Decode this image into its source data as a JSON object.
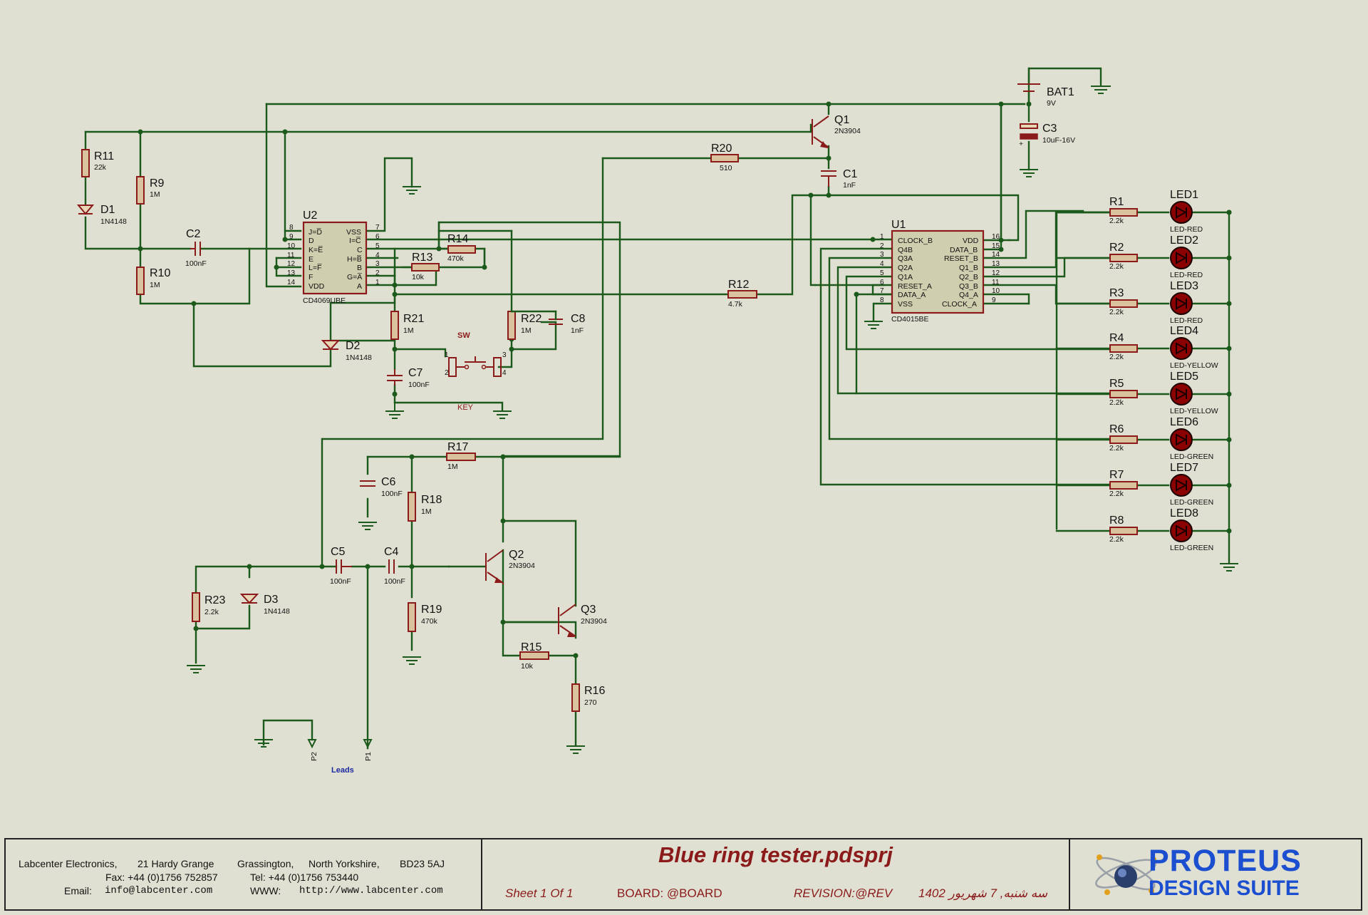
{
  "components": {
    "R11": {
      "ref": "R11",
      "value": "22k"
    },
    "R9": {
      "ref": "R9",
      "value": "1M"
    },
    "D1": {
      "ref": "D1",
      "value": "1N4148"
    },
    "C2": {
      "ref": "C2",
      "value": "100nF"
    },
    "R10": {
      "ref": "R10",
      "value": "1M"
    },
    "U2": {
      "ref": "U2",
      "value": "CD4069UBE",
      "pins_left": [
        "J=D̅",
        "D",
        "K=E̅",
        "E",
        "L=F̅",
        "F",
        "VDD"
      ],
      "pins_left_num": [
        "8",
        "9",
        "10",
        "11",
        "12",
        "13",
        "14"
      ],
      "pins_right": [
        "VSS",
        "I=C̅",
        "C",
        "H=B̅",
        "B",
        "G=A̅",
        "A"
      ],
      "pins_right_num": [
        "7",
        "6",
        "5",
        "4",
        "3",
        "2",
        "1"
      ]
    },
    "R14": {
      "ref": "R14",
      "value": "470k"
    },
    "R13": {
      "ref": "R13",
      "value": "10k"
    },
    "R21": {
      "ref": "R21",
      "value": "1M"
    },
    "D2": {
      "ref": "D2",
      "value": "1N4148"
    },
    "C7": {
      "ref": "C7",
      "value": "100nF"
    },
    "SW": {
      "ref": "SW",
      "value": "KEY",
      "pins": [
        "1",
        "2",
        "3",
        "4"
      ]
    },
    "R22": {
      "ref": "R22",
      "value": "1M"
    },
    "C8": {
      "ref": "C8",
      "value": "1nF"
    },
    "R20": {
      "ref": "R20",
      "value": "510"
    },
    "R12": {
      "ref": "R12",
      "value": "4.7k"
    },
    "Q1": {
      "ref": "Q1",
      "value": "2N3904"
    },
    "C1": {
      "ref": "C1",
      "value": "1nF"
    },
    "BAT1": {
      "ref": "BAT1",
      "value": "9V"
    },
    "C3": {
      "ref": "C3",
      "value": "10uF-16V",
      "polarity": "+"
    },
    "U1": {
      "ref": "U1",
      "value": "CD4015BE",
      "pins_left": [
        "CLOCK_B",
        "Q4B",
        "Q3A",
        "Q2A",
        "Q1A",
        "RESET_A",
        "DATA_A",
        "VSS"
      ],
      "pins_left_num": [
        "1",
        "2",
        "3",
        "4",
        "5",
        "6",
        "7",
        "8"
      ],
      "pins_right": [
        "VDD",
        "DATA_B",
        "RESET_B",
        "Q1_B",
        "Q2_B",
        "Q3_B",
        "Q4_A",
        "CLOCK_A"
      ],
      "pins_right_num": [
        "16",
        "15",
        "14",
        "13",
        "12",
        "11",
        "10",
        "9"
      ]
    },
    "R17": {
      "ref": "R17",
      "value": "1M"
    },
    "C6": {
      "ref": "C6",
      "value": "100nF"
    },
    "R18": {
      "ref": "R18",
      "value": "1M"
    },
    "C5": {
      "ref": "C5",
      "value": "100nF"
    },
    "C4": {
      "ref": "C4",
      "value": "100nF"
    },
    "R23": {
      "ref": "R23",
      "value": "2.2k"
    },
    "D3": {
      "ref": "D3",
      "value": "1N4148"
    },
    "R19": {
      "ref": "R19",
      "value": "470k"
    },
    "Q2": {
      "ref": "Q2",
      "value": "2N3904"
    },
    "Q3": {
      "ref": "Q3",
      "value": "2N3904"
    },
    "R15": {
      "ref": "R15",
      "value": "10k"
    },
    "R16": {
      "ref": "R16",
      "value": "270"
    },
    "P1": {
      "ref": "P1"
    },
    "P2": {
      "ref": "P2"
    },
    "leads_label": "Leads"
  },
  "led_rows": [
    {
      "r": "R1",
      "rv": "2.2k",
      "led": "LED1",
      "type": "LED-RED"
    },
    {
      "r": "R2",
      "rv": "2.2k",
      "led": "LED2",
      "type": "LED-RED"
    },
    {
      "r": "R3",
      "rv": "2.2k",
      "led": "LED3",
      "type": "LED-RED"
    },
    {
      "r": "R4",
      "rv": "2.2k",
      "led": "LED4",
      "type": "LED-YELLOW"
    },
    {
      "r": "R5",
      "rv": "2.2k",
      "led": "LED5",
      "type": "LED-YELLOW"
    },
    {
      "r": "R6",
      "rv": "2.2k",
      "led": "LED6",
      "type": "LED-GREEN"
    },
    {
      "r": "R7",
      "rv": "2.2k",
      "led": "LED7",
      "type": "LED-GREEN"
    },
    {
      "r": "R8",
      "rv": "2.2k",
      "led": "LED8",
      "type": "LED-GREEN"
    }
  ],
  "titleblock": {
    "company_line1": [
      "Labcenter Electronics,",
      "21 Hardy Grange",
      "Grassington,",
      "North Yorkshire,",
      "BD23 5AJ"
    ],
    "fax": "Fax: +44 (0)1756 752857",
    "tel": "Tel:  +44 (0)1756 753440",
    "email_label": "Email:",
    "email": "info@labcenter.com",
    "www_label": "WWW:",
    "www": "http://www.labcenter.com",
    "title": "Blue ring tester.pdsprj",
    "sheet": "Sheet  1 Of 1",
    "board": "BOARD: @BOARD",
    "revision": "REVISION:@REV",
    "date": "سه شنبه, 7 شهریور 1402",
    "logo_line1": "PROTEUS",
    "logo_line2": "DESIGN SUITE"
  },
  "colors": {
    "wire": "#1c5a1c",
    "part": "#8b1a1a",
    "background": "#e0e0d2",
    "logo": "#1b4fd0"
  }
}
